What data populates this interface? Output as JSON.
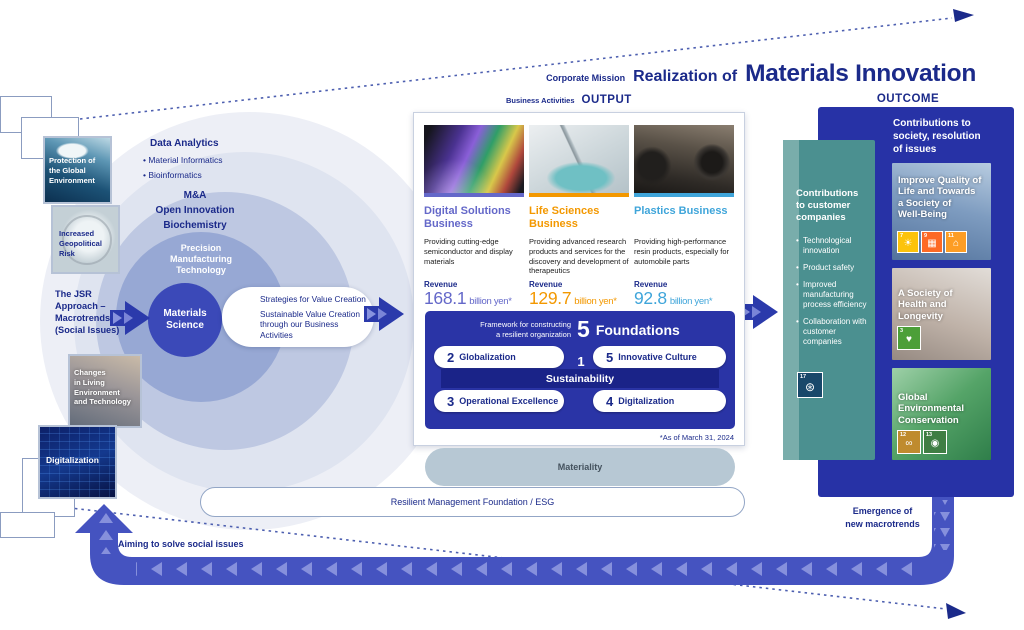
{
  "mission": {
    "label": "Corporate Mission",
    "prefix": "Realization of",
    "title": "Materials Innovation"
  },
  "flow_labels": {
    "business_activities": "Business Activities",
    "output": "OUTPUT",
    "outcome": "OUTCOME",
    "aiming": "Aiming to solve social issues",
    "emergence": "Emergence of\nnew macrotrends"
  },
  "macrotrends": {
    "protection": "Protection of\nthe Global\nEnvironment",
    "geopolitical": "Increased\nGeopolitical\nRisk",
    "jsr_approach": "The JSR\nApproach –\nMacrotrends\n(Social Issues)",
    "changes": "Changes\nin Living\nEnvironment\nand Technology",
    "digitalization": "Digitalization"
  },
  "core": {
    "data_analytics": "Data Analytics",
    "data_analytics_items": [
      "Material Informatics",
      "Bioinformatics"
    ],
    "ma": "M&A",
    "open_innovation": "Open Innovation",
    "biochemistry": "Biochemistry",
    "precision": "Precision\nManufacturing\nTechnology",
    "materials_science": "Materials\nScience",
    "strategies": "Strategies for Value Creation",
    "sustainable": "Sustainable Value Creation\nthrough our Business Activities"
  },
  "businesses": [
    {
      "name": "Digital Solutions\nBusiness",
      "desc": "Providing cutting-edge semiconductor and display materials",
      "revenue_label": "Revenue",
      "revenue": "168.1",
      "unit": "billion yen*",
      "color": "#6468c9"
    },
    {
      "name": "Life Sciences\nBusiness",
      "desc": "Providing advanced research products and services for the discovery and development of therapeutics",
      "revenue_label": "Revenue",
      "revenue": "129.7",
      "unit": "billion yen*",
      "color": "#f39800"
    },
    {
      "name": "Plastics Business",
      "desc": "Providing high-performance resin products, especially for automobile parts",
      "revenue_label": "Revenue",
      "revenue": "92.8",
      "unit": "billion yen*",
      "color": "#3fa5da"
    }
  ],
  "foundations": {
    "note": "Framework for constructing\na resilient organization",
    "count": "5",
    "title": "Foundations",
    "pill_globalization": {
      "num": "2",
      "label": "Globalization"
    },
    "pill_innovative": {
      "num": "5",
      "label": "Innovative Culture"
    },
    "pill_sustainability": {
      "num": "1",
      "label": "Sustainability"
    },
    "pill_operational": {
      "num": "3",
      "label": "Operational Excellence"
    },
    "pill_digitalization": {
      "num": "4",
      "label": "Digitalization"
    },
    "footnote": "*As of March 31, 2024"
  },
  "customer": {
    "title": "Contributions\nto customer\ncompanies",
    "bullets": [
      "Technological innovation",
      "Product safety",
      "Improved manufacturing process efficiency",
      "Collaboration with customer companies"
    ],
    "sdg": {
      "num": "17",
      "glyph": "⊛",
      "color": "#19486a"
    }
  },
  "society": {
    "title": "Contributions to\nsociety, resolution\nof issues",
    "cards": [
      {
        "title": "Improve Quality of\nLife and Towards\na Society of\nWell-Being",
        "sdgs": [
          {
            "num": "7",
            "glyph": "☀",
            "color": "#fcc30b"
          },
          {
            "num": "9",
            "glyph": "▦",
            "color": "#fd6925"
          },
          {
            "num": "11",
            "glyph": "⌂",
            "color": "#fd9d24"
          }
        ]
      },
      {
        "title": "A Society of\nHealth and\nLongevity",
        "sdgs": [
          {
            "num": "3",
            "glyph": "♥",
            "color": "#4c9f38"
          }
        ]
      },
      {
        "title": "Global\nEnvironmental\nConservation",
        "sdgs": [
          {
            "num": "12",
            "glyph": "∞",
            "color": "#bf8b2e"
          },
          {
            "num": "13",
            "glyph": "◉",
            "color": "#3f7e44"
          }
        ]
      }
    ]
  },
  "bottom": {
    "materiality": "Materiality",
    "resilient": "Resilient Management Foundation / ESG"
  }
}
